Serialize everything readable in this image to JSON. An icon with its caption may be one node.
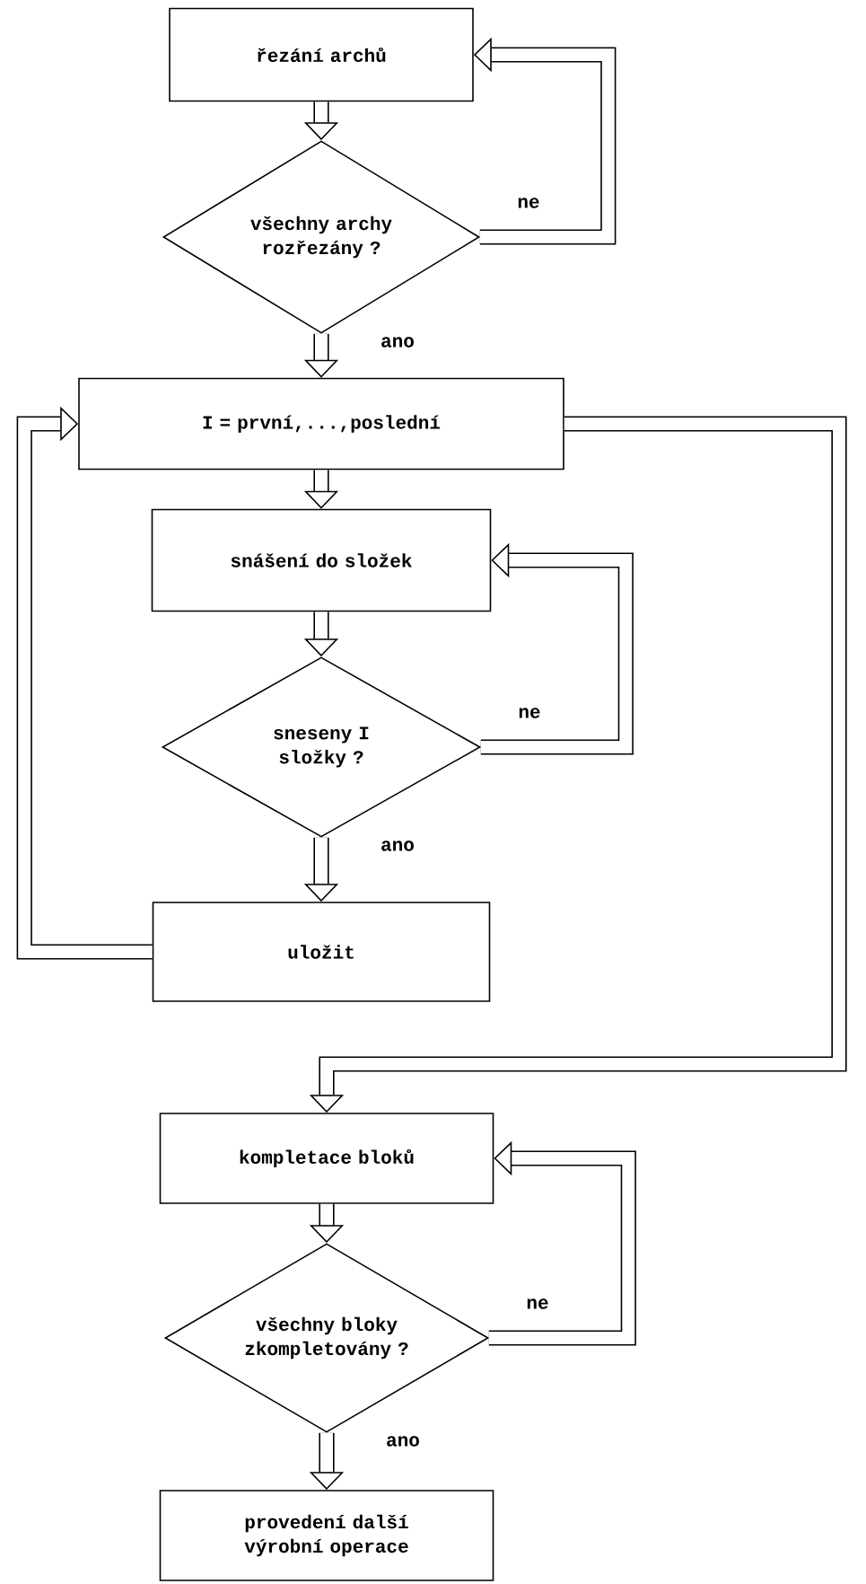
{
  "diagram": {
    "nodes": [
      {
        "text": [
          "řezání archů"
        ]
      },
      {
        "text": [
          "všechny archy rozřezány ?"
        ]
      },
      {
        "text": [
          "I = první,...,poslední"
        ]
      },
      {
        "text": [
          "snášení do složek"
        ]
      },
      {
        "text": [
          "sneseny I složky ?"
        ]
      },
      {
        "text": [
          "uložit"
        ]
      },
      {
        "text": [
          "kompletace bloků"
        ]
      },
      {
        "text": [
          "všechny bloky zkompletovány ?"
        ]
      },
      {
        "text": [
          "provedení další výrobní operace"
        ]
      }
    ],
    "edges": [
      {
        "from": 0,
        "to": 1,
        "arrow": "to"
      },
      {
        "from": 1,
        "to": 0,
        "arrow": "to",
        "label": "ne"
      },
      {
        "from": 1,
        "to": 2,
        "arrow": "to",
        "label": "ano"
      },
      {
        "from": 2,
        "to": 3,
        "arrow": "to"
      },
      {
        "from": 3,
        "to": 4,
        "arrow": "to"
      },
      {
        "from": 4,
        "to": 3,
        "arrow": "to",
        "label": "ne"
      },
      {
        "from": 4,
        "to": 5,
        "arrow": "to",
        "label": "ano"
      },
      {
        "from": 5,
        "to": 2,
        "arrow": "to"
      },
      {
        "from": 2,
        "to": 6,
        "arrow": "to"
      },
      {
        "from": 6,
        "to": 7,
        "arrow": "to"
      },
      {
        "from": 7,
        "to": 6,
        "arrow": "to",
        "label": "ne"
      },
      {
        "from": 7,
        "to": 8,
        "arrow": "to",
        "label": "ano"
      }
    ]
  }
}
